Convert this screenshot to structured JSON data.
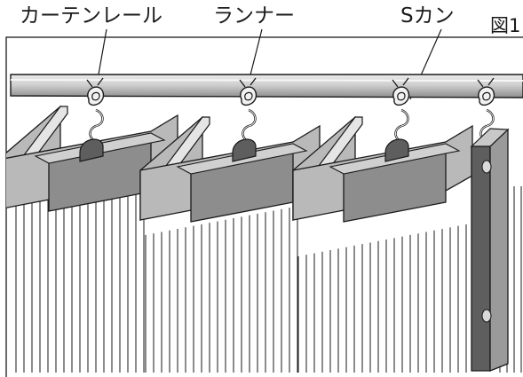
{
  "figure": {
    "label": "図1",
    "labels": {
      "curtain_rail": "カーテンレール",
      "runner": "ランナー",
      "s_hook": "Sカン"
    }
  },
  "colors": {
    "outline": "#1a1a1a",
    "fabric_face": "#b9b9b9",
    "fabric_panel": "#8d8d8d",
    "fabric_dark": "#5e5e5e",
    "rail_top": "#d4d4d4",
    "rail_bottom": "#9a9a9a",
    "background": "#ffffff"
  }
}
